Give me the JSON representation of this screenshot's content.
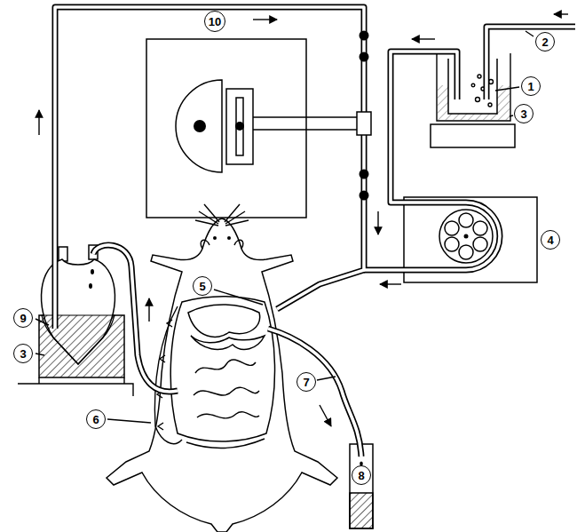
{
  "diagram": {
    "nodes": [
      {
        "text": [
          "10"
        ]
      },
      {
        "text": [
          "2"
        ]
      },
      {
        "text": [
          "1"
        ]
      },
      {
        "text": [
          "3"
        ]
      },
      {
        "text": [
          "4"
        ]
      },
      {
        "text": [
          "5"
        ]
      },
      {
        "text": [
          "9"
        ]
      },
      {
        "text": [
          "3"
        ]
      },
      {
        "text": [
          "7"
        ]
      },
      {
        "text": [
          "6"
        ]
      },
      {
        "text": [
          "8"
        ]
      }
    ]
  }
}
